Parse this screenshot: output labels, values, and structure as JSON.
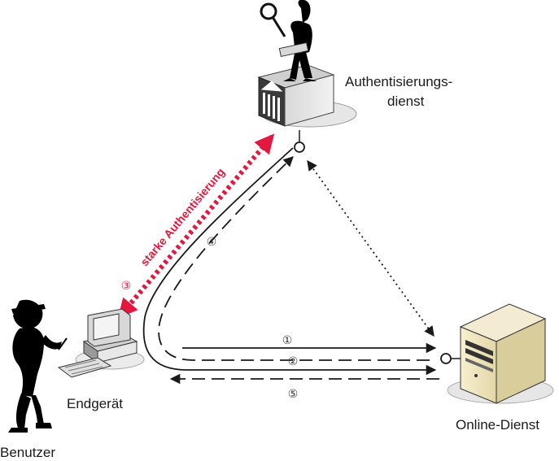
{
  "labels": {
    "auth_service_line1": "Authentisierungs-",
    "auth_service_line2": "dienst",
    "device": "Endgerät",
    "user": "Benutzer",
    "online_service": "Online-Dienst",
    "strong_auth": "starke Authentisierung"
  },
  "step_numbers": {
    "s1": "①",
    "s2": "②",
    "s3": "③",
    "s4": "④",
    "s5": "⑤"
  },
  "colors": {
    "strong_auth_accent": "#e5173f",
    "arrows": "#1a1a1a",
    "figures": "#000000"
  },
  "icons": [
    "user-silhouette-icon",
    "computer-icon",
    "bank-building-icon",
    "inspector-silhouette-icon",
    "server-tower-icon"
  ]
}
